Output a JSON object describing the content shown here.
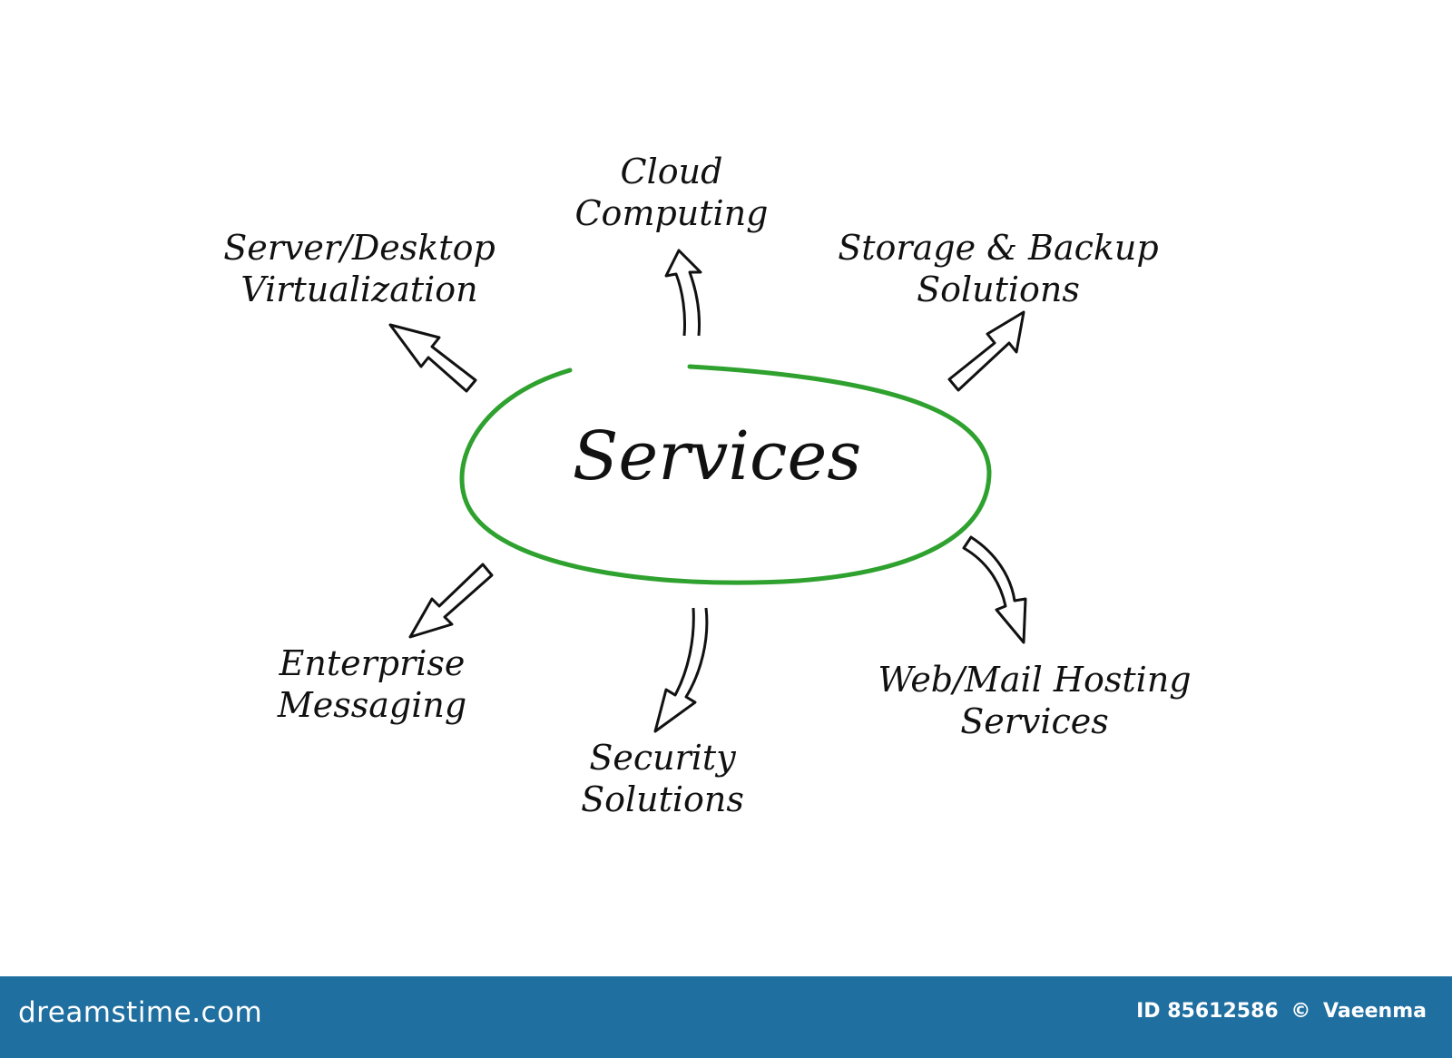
{
  "center": {
    "label": "Services",
    "ring_color": "#2ea12e"
  },
  "nodes": [
    {
      "id": "server-desktop-virtualization",
      "line1": "Server/Desktop",
      "line2": "Virtualization"
    },
    {
      "id": "cloud-computing",
      "line1": "Cloud",
      "line2": "Computing"
    },
    {
      "id": "storage-backup-solutions",
      "line1": "Storage & Backup",
      "line2": "Solutions"
    },
    {
      "id": "enterprise-messaging",
      "line1": "Enterprise",
      "line2": "Messaging"
    },
    {
      "id": "security-solutions",
      "line1": "Security",
      "line2": "Solutions"
    },
    {
      "id": "web-mail-hosting-services",
      "line1": "Web/Mail Hosting",
      "line2": "Services"
    }
  ],
  "footer": {
    "brand": "dreamstime.com",
    "id_text": "ID 85612586",
    "copyright_symbol": "©",
    "author": "Vaeenma",
    "bar_color": "#1f6fa0"
  }
}
